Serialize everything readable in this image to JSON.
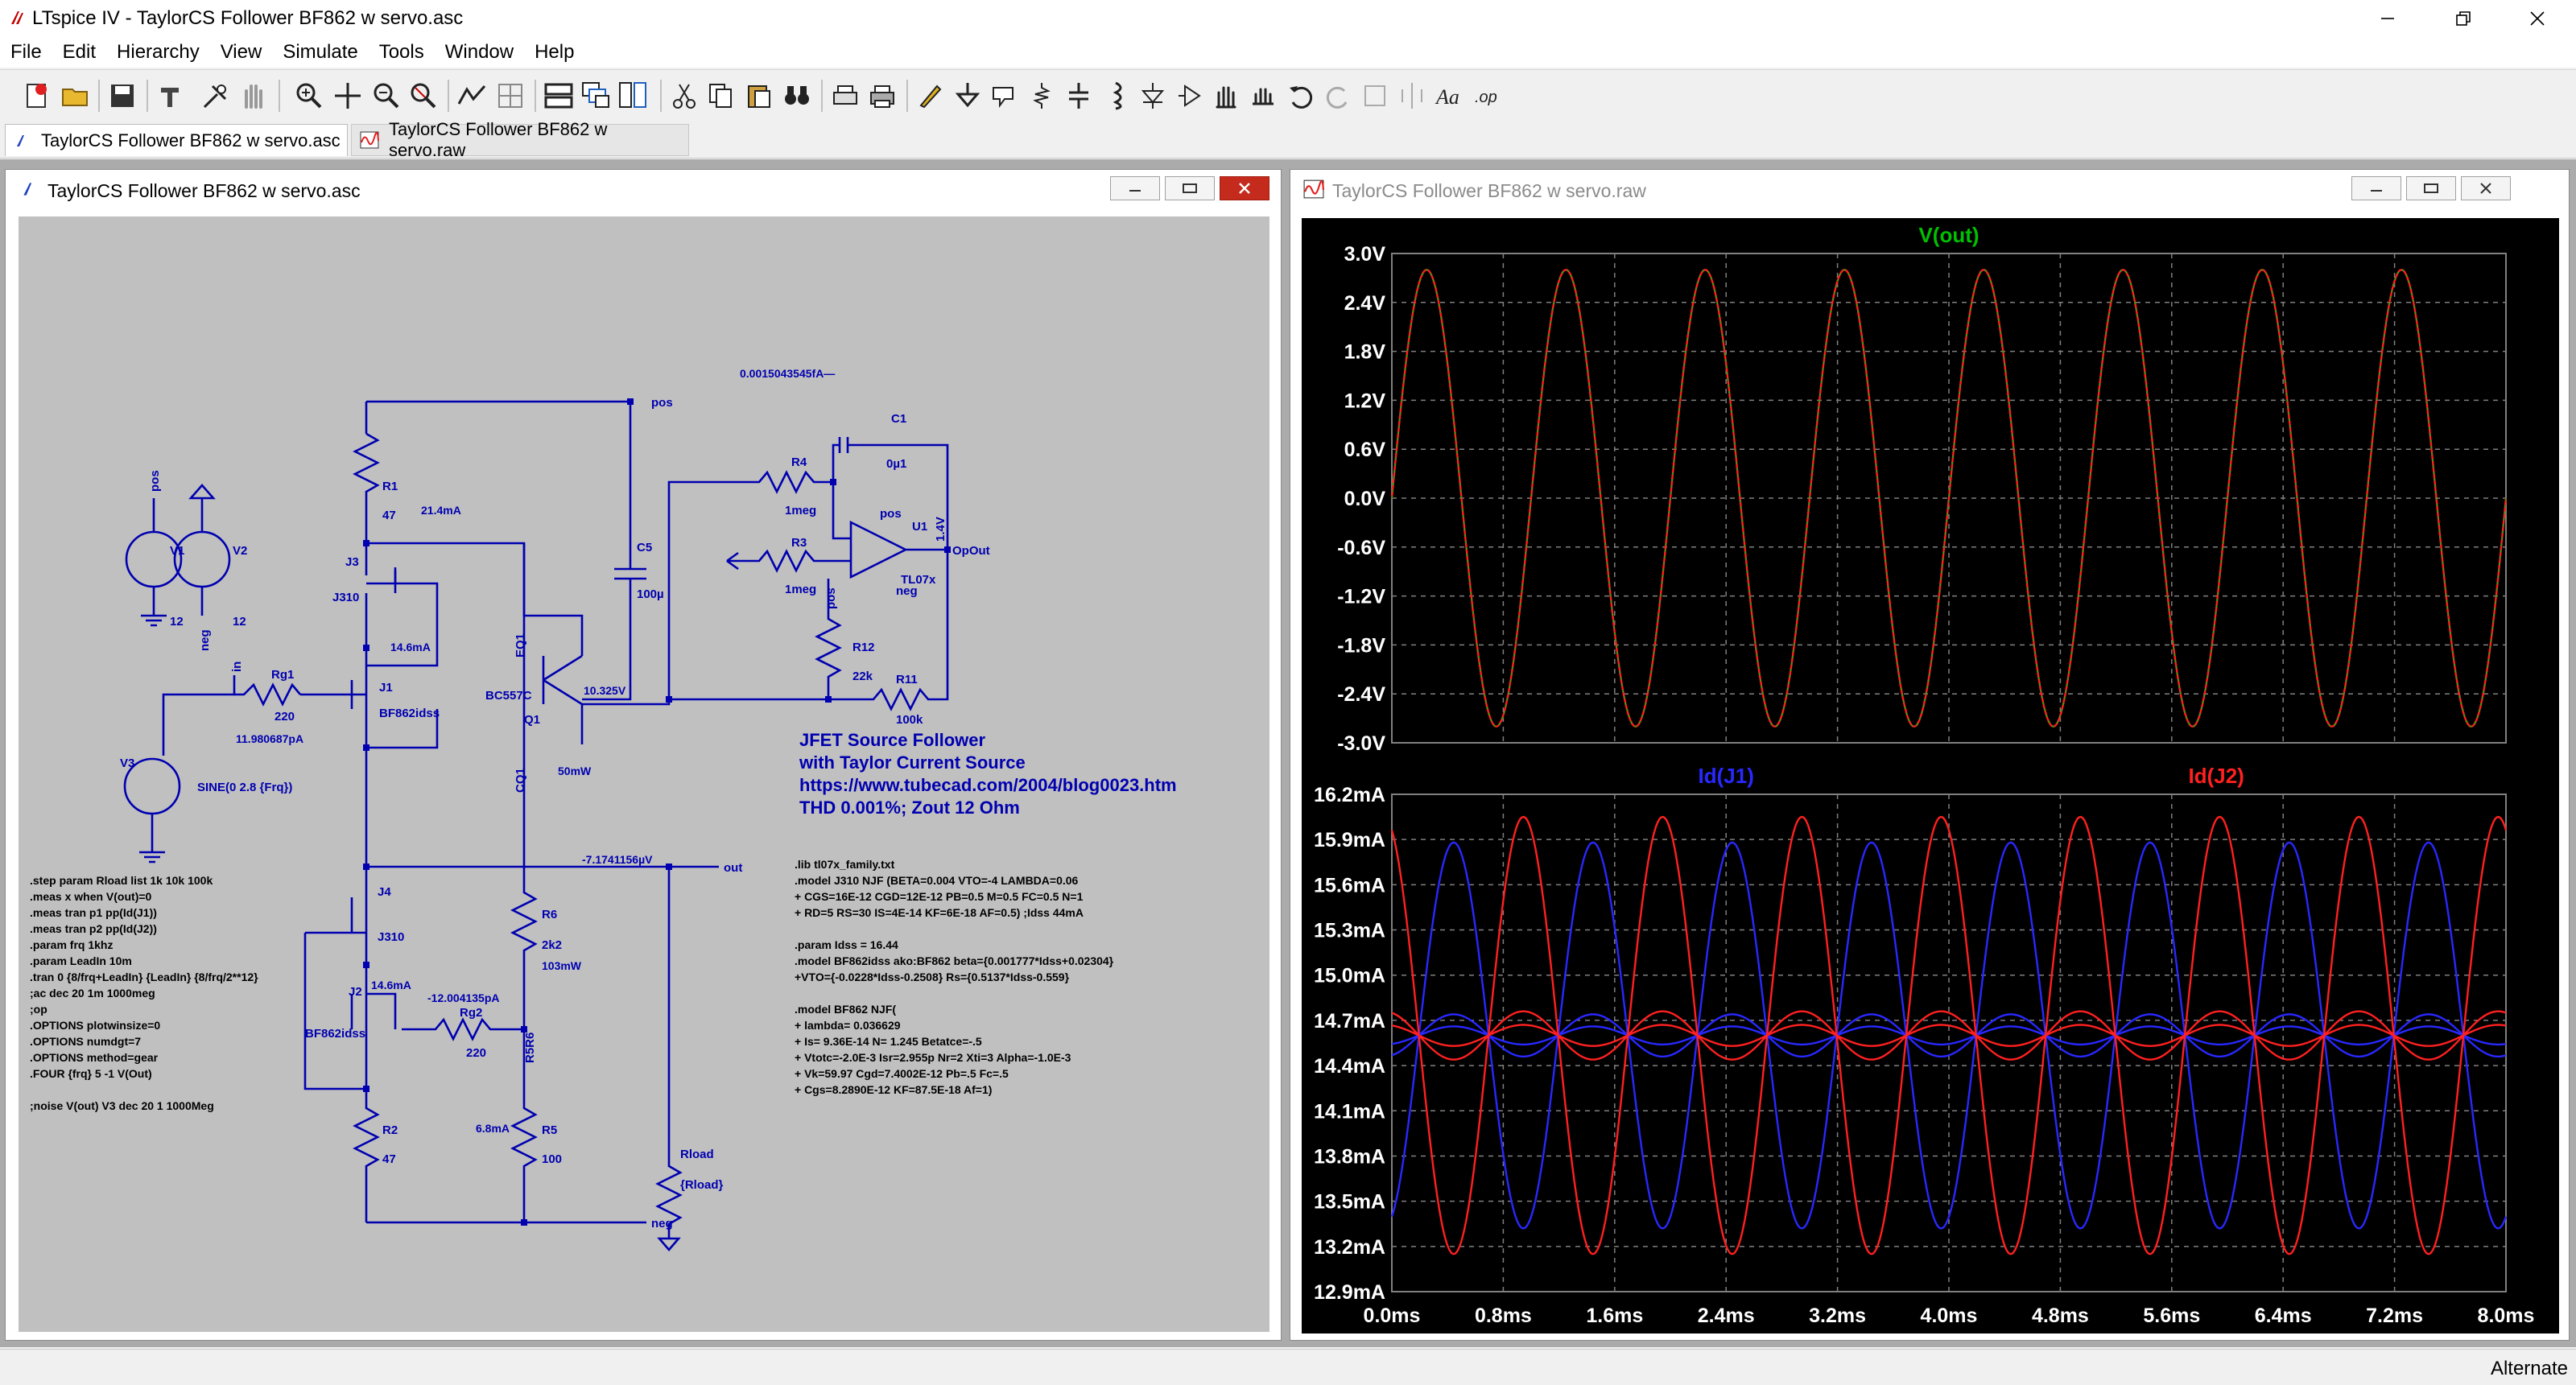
{
  "app": {
    "title": "LTspice IV - TaylorCS Follower BF862 w servo.asc"
  },
  "menu": [
    "File",
    "Edit",
    "Hierarchy",
    "View",
    "Simulate",
    "Tools",
    "Window",
    "Help"
  ],
  "tabs": [
    {
      "label": "TaylorCS Follower BF862 w servo.asc"
    },
    {
      "label": "TaylorCS Follower BF862 w servo.raw"
    }
  ],
  "schematic_window": {
    "title": "TaylorCS Follower BF862 w servo.asc"
  },
  "waveform_window": {
    "title": "TaylorCS Follower BF862 w servo.raw"
  },
  "status": {
    "text": "Alternate"
  },
  "colors": {
    "schematic_bg": "#c0c0c0",
    "wire": "#0000b0",
    "trace_green": "#00c000",
    "trace_red": "#ff2020",
    "trace_blue": "#2828ff",
    "plot_bg": "#000000",
    "grid": "#808080"
  },
  "schematic": {
    "labels": {
      "pos_top": "pos",
      "out": "out",
      "neg": "neg",
      "opout": "OpOut",
      "pos_v1": "pos",
      "neg_v2": "neg",
      "pos_u1": "pos",
      "neg_u1": "neg",
      "pos_r12": "pos",
      "in": "in",
      "in_rg1": "in"
    },
    "refs": {
      "R1": "R1",
      "R1v": "47",
      "J3": "J3",
      "J310a": "J310",
      "J1": "J1",
      "BF862a": "BF862idss",
      "Rg1": "Rg1",
      "Rg1v": "220",
      "V3": "V3",
      "V3v": "SINE(0 2.8 {Frq})",
      "V1": "V1",
      "V1v": "12",
      "V2": "V2",
      "V2v": "12",
      "Q1": "Q1",
      "BC557C": "BC557C",
      "EQ1": "EQ1",
      "CQ1": "CQ1",
      "C5": "C5",
      "C5v": "100µ",
      "R4": "R4",
      "R4v": "1meg",
      "R3": "R3",
      "R3v": "1meg",
      "C1": "C1",
      "C1v": "0µ1",
      "U1": "U1",
      "TL07x": "TL07x",
      "R12": "R12",
      "R12v": "22k",
      "R11": "R11",
      "R11v": "100k",
      "R6": "R6",
      "R6v": "2k2",
      "R5R6": "R5R6",
      "R5": "R5",
      "R5v": "100",
      "R2": "R2",
      "R2v": "47",
      "J4": "J4",
      "J310b": "J310",
      "J2": "J2",
      "BF862b": "BF862idss",
      "Rg2": "Rg2",
      "Rg2v": "220",
      "Rload": "Rload",
      "Rloadv": "{Rload}",
      "v14": "1.4V"
    },
    "op": {
      "i1": "21.4mA",
      "i2": "14.6mA",
      "i3": "11.980687pA",
      "i4": "10.325V",
      "i5": "50mW",
      "i6": "-7.1741156µV",
      "i7": "14.6mA",
      "i8": "-12.004135pA",
      "i9": "103mW",
      "i10": "6.8mA",
      "i11": "0.0015043545fA—"
    },
    "note_lines": [
      "JFET Source Follower",
      "with Taylor Current Source",
      "https://www.tubecad.com/2004/blog0023.htm",
      "THD 0.001%;  Zout 12 Ohm"
    ],
    "directives_left": [
      ".step param Rload list 1k 10k 100k",
      ".meas x when V(out)=0",
      ".meas tran p1 pp(Id(J1))",
      ".meas tran p2 pp(Id(J2))",
      ".param frq  1khz",
      ".param LeadIn 10m",
      ".tran 0 {8/frq+LeadIn} {LeadIn} {8/frq/2**12}",
      ";ac dec 20 1m 1000meg",
      ";op",
      ".OPTIONS plotwinsize=0",
      ".OPTIONS numdgt=7",
      ".OPTIONS method=gear",
      ".FOUR {frq} 5  -1 V(Out)",
      "",
      "  ;noise V(out) V3 dec 20 1 1000Meg"
    ],
    "directives_right": [
      ".lib tl07x_family.txt",
      ".model J310 NJF (BETA=0.004 VTO=-4 LAMBDA=0.06",
      "+ CGS=16E-12 CGD=12E-12 PB=0.5 M=0.5 FC=0.5 N=1",
      "+ RD=5 RS=30 IS=4E-14 KF=6E-18 AF=0.5) ;Idss 44mA",
      "",
      ".param Idss = 16.44",
      ".model BF862idss ako:BF862 beta={0.001777*Idss+0.02304}",
      "+VTO={-0.0228*Idss-0.2508} Rs={0.5137*Idss-0.559}",
      "",
      ".model BF862 NJF(",
      "+ lambda= 0.036629",
      "+ Is= 9.36E-14 N= 1.245 Betatce=-.5",
      "+ Vtotc=-2.0E-3 Isr=2.955p Nr=2 Xti=3 Alpha=-1.0E-3",
      "+ Vk=59.97 Cgd=7.4002E-12 Pb=.5 Fc=.5",
      "+ Cgs=8.2890E-12 KF=87.5E-18 Af=1)"
    ]
  },
  "chart_data": [
    {
      "type": "line",
      "title": "V(out)",
      "xlabel": "",
      "ylabel": "",
      "xlim": [
        0,
        8
      ],
      "ylim": [
        -3.0,
        3.0
      ],
      "y_ticks": [
        "3.0V",
        "2.4V",
        "1.8V",
        "1.2V",
        "0.6V",
        "0.0V",
        "-0.6V",
        "-1.2V",
        "-1.8V",
        "-2.4V",
        "-3.0V"
      ],
      "x_ticks": [
        "0.0ms",
        "0.8ms",
        "1.6ms",
        "2.4ms",
        "3.2ms",
        "4.0ms",
        "4.8ms",
        "5.6ms",
        "6.4ms",
        "7.2ms",
        "8.0ms"
      ],
      "series": [
        {
          "name": "V(out)",
          "color": "#00c000",
          "amplitude": 2.8,
          "offset": 0,
          "freq_khz": 1
        }
      ]
    },
    {
      "type": "line",
      "title": "",
      "xlabel": "",
      "ylabel": "",
      "xlim": [
        0,
        8
      ],
      "ylim": [
        12.9,
        16.2
      ],
      "y_ticks": [
        "16.2mA",
        "15.9mA",
        "15.6mA",
        "15.3mA",
        "15.0mA",
        "14.7mA",
        "14.4mA",
        "14.1mA",
        "13.8mA",
        "13.5mA",
        "13.2mA",
        "12.9mA"
      ],
      "x_ticks": [
        "0.0ms",
        "0.8ms",
        "1.6ms",
        "2.4ms",
        "3.2ms",
        "4.0ms",
        "4.8ms",
        "5.6ms",
        "6.4ms",
        "7.2ms",
        "8.0ms"
      ],
      "series": [
        {
          "name": "Id(J1)",
          "color": "#2828ff",
          "center": 14.6,
          "amplitudes": [
            1.28,
            0.14,
            0.06
          ],
          "sign": 1
        },
        {
          "name": "Id(J2)",
          "color": "#ff2020",
          "center": 14.6,
          "amplitudes": [
            1.45,
            0.16,
            0.07
          ],
          "sign": -1
        }
      ]
    }
  ]
}
